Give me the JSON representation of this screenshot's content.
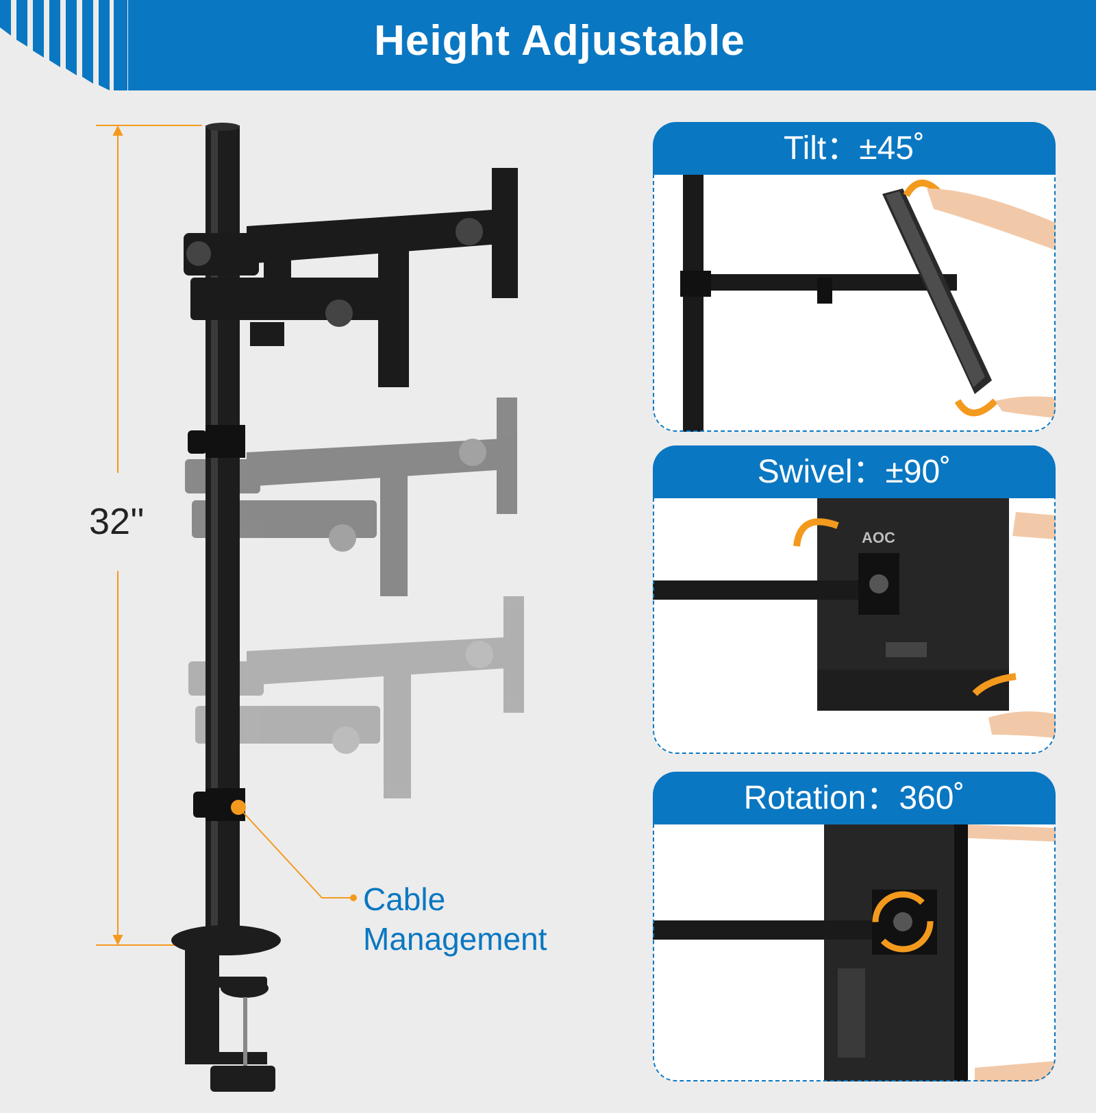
{
  "header": {
    "title": "Height Adjustable"
  },
  "dimension": {
    "height_label": "32''"
  },
  "callout": {
    "cable_line1": "Cable",
    "cable_line2": "Management"
  },
  "panels": [
    {
      "title": "Tilt：±45˚"
    },
    {
      "title": "Swivel：±90˚",
      "monitor_brand": "AOC"
    },
    {
      "title": "Rotation：360˚"
    }
  ],
  "colors": {
    "brand_blue": "#0a77c2",
    "accent_orange": "#f39a1e",
    "pole_black": "#1d1d1d"
  }
}
